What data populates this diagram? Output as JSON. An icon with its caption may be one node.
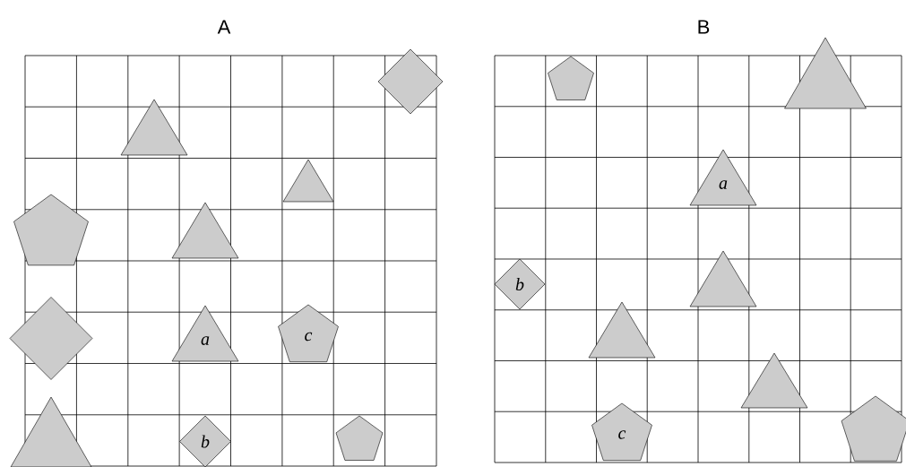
{
  "diagram": {
    "nodes": [
      {
        "text": [],
        "shape": "diamond"
      },
      {
        "text": [],
        "shape": "triangle"
      },
      {
        "text": [],
        "shape": "triangle"
      },
      {
        "text": [],
        "shape": "pentagon"
      },
      {
        "text": [],
        "shape": "triangle"
      },
      {
        "text": [],
        "shape": "diamond"
      },
      {
        "text": [
          "a"
        ]
      },
      {
        "text": [
          "c"
        ]
      },
      {
        "text": [],
        "shape": "triangle"
      },
      {
        "text": [
          "b"
        ]
      },
      {
        "text": [],
        "shape": "pentagon"
      },
      {
        "text": [],
        "shape": "pentagon"
      },
      {
        "text": [],
        "shape": "triangle"
      },
      {
        "text": [
          "a"
        ]
      },
      {
        "text": [
          "b"
        ]
      },
      {
        "text": [],
        "shape": "triangle"
      },
      {
        "text": [],
        "shape": "triangle"
      },
      {
        "text": [],
        "shape": "triangle"
      },
      {
        "text": [
          "c"
        ]
      },
      {
        "text": [],
        "shape": "pentagon"
      }
    ],
    "labels": [
      "A",
      "B"
    ]
  }
}
